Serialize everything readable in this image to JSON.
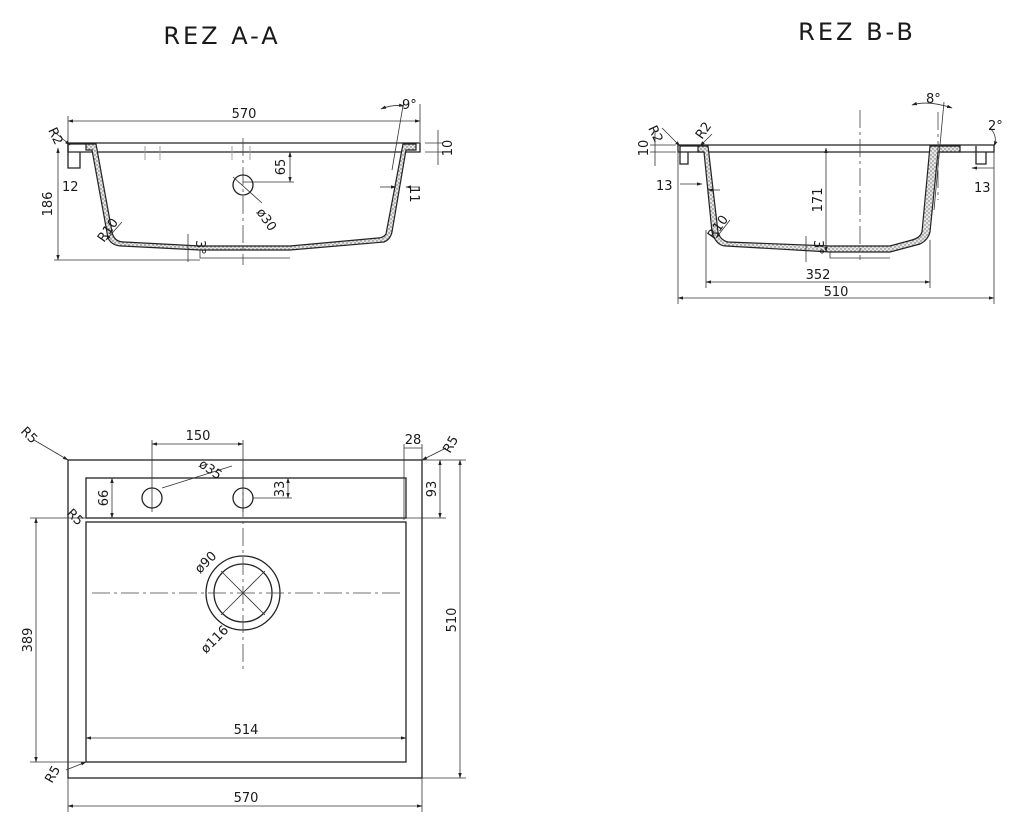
{
  "section_a": {
    "title": "REZ A-A",
    "dims": {
      "width": "570",
      "angle": "9°",
      "radius_top": "R2",
      "rim": "10",
      "depth": "186",
      "lip": "12",
      "hole_offset": "65",
      "hole_dia": "ø30",
      "wall": "11",
      "radius_bottom": "R10",
      "slope": "3°"
    }
  },
  "section_b": {
    "title": "REZ B-B",
    "dims": {
      "angle_top": "8°",
      "radius_left_outer": "R2",
      "radius_left_inner": "R2",
      "angle_right": "2°",
      "rim": "10",
      "wall_left": "13",
      "wall_right": "13",
      "depth": "171",
      "radius_bottom": "R10",
      "slope": "3°",
      "inner_width": "352",
      "total_width": "510"
    }
  },
  "plan": {
    "dims": {
      "corner_tl": "R5",
      "corner_tr": "R5",
      "corner_inner": "R5",
      "corner_bl": "R5",
      "hole_spacing": "150",
      "rim_right": "28",
      "tap_hole": "ø35",
      "deck_inner": "66",
      "tap_offset": "33",
      "deck_outer": "93",
      "waste_inner": "ø90",
      "waste_outer": "ø116",
      "bowl_depth": "389",
      "total_depth": "510",
      "bowl_width": "514",
      "total_width": "570"
    }
  }
}
